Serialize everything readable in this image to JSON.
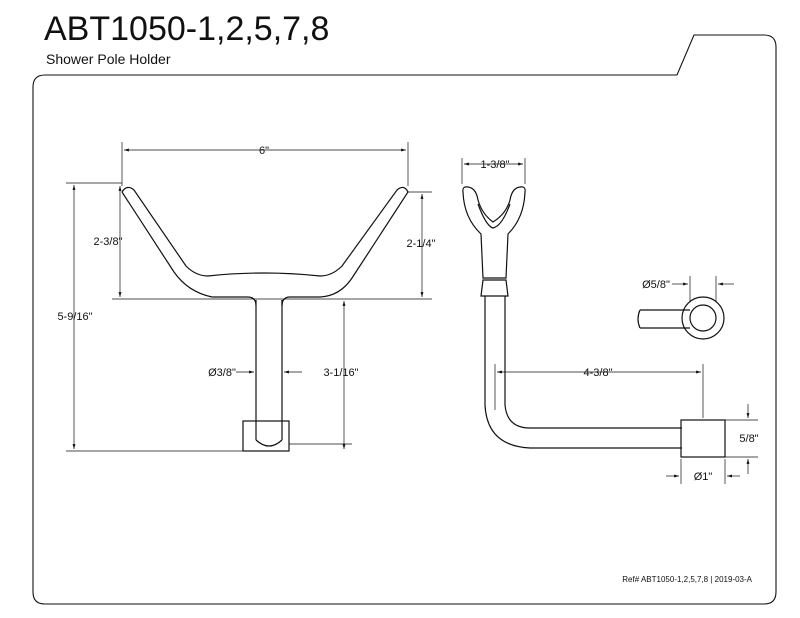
{
  "header": {
    "model": "ABT1050-1,2,5,7,8",
    "product": "Shower Pole Holder"
  },
  "footer": {
    "ref": "Ref# ABT1050-1,2,5,7,8 | 2019-03-A"
  },
  "dimensions": {
    "front_width": "6\"",
    "front_arm_height_left": "2-3/8\"",
    "front_arm_height_right": "2-1/4\"",
    "overall_height": "5-9/16\"",
    "stem_diameter": "Ø3/8\"",
    "stem_height": "3-1/16\"",
    "fork_width": "1-3/8\"",
    "pole_diameter": "Ø5/8\"",
    "arm_reach": "4-3/8\"",
    "base_height": "5/8\"",
    "base_diameter": "Ø1\""
  },
  "colors": {
    "line": "#111111",
    "background": "#ffffff"
  }
}
